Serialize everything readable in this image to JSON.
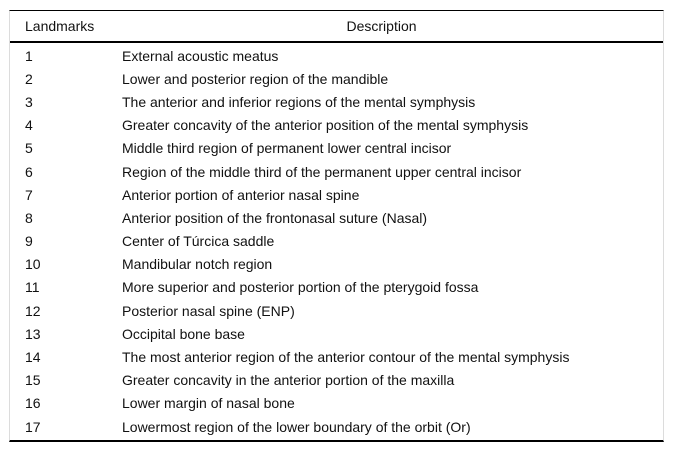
{
  "table": {
    "columns": [
      "Landmarks",
      "Description"
    ],
    "rows": [
      {
        "landmark": "1",
        "description": "External acoustic meatus"
      },
      {
        "landmark": "2",
        "description": "Lower and posterior region of the mandible"
      },
      {
        "landmark": "3",
        "description": "The anterior and inferior regions of the mental symphysis"
      },
      {
        "landmark": "4",
        "description": "Greater concavity of the anterior position of the mental symphysis"
      },
      {
        "landmark": "5",
        "description": "Middle third region of permanent lower central incisor"
      },
      {
        "landmark": "6",
        "description": "Region of the middle third of the permanent upper central incisor"
      },
      {
        "landmark": "7",
        "description": "Anterior portion of anterior nasal spine"
      },
      {
        "landmark": "8",
        "description": "Anterior position of the frontonasal suture (Nasal)"
      },
      {
        "landmark": "9",
        "description": "Center of Túrcica saddle"
      },
      {
        "landmark": "10",
        "description": "Mandibular notch region"
      },
      {
        "landmark": "11",
        "description": "More superior and posterior portion of the pterygoid fossa"
      },
      {
        "landmark": "12",
        "description": "Posterior nasal spine (ENP)"
      },
      {
        "landmark": "13",
        "description": "Occipital bone base"
      },
      {
        "landmark": "14",
        "description": "The most anterior region of the anterior contour of the mental symphysis"
      },
      {
        "landmark": "15",
        "description": "Greater concavity in the anterior portion of the maxilla"
      },
      {
        "landmark": "16",
        "description": "Lower margin of nasal bone"
      },
      {
        "landmark": "17",
        "description": "Lowermost region of the lower boundary of the orbit (Or)"
      }
    ],
    "colors": {
      "text": "#111111",
      "rule": "#000000",
      "frame_side": "#dcdcdc",
      "background": "#ffffff"
    }
  }
}
